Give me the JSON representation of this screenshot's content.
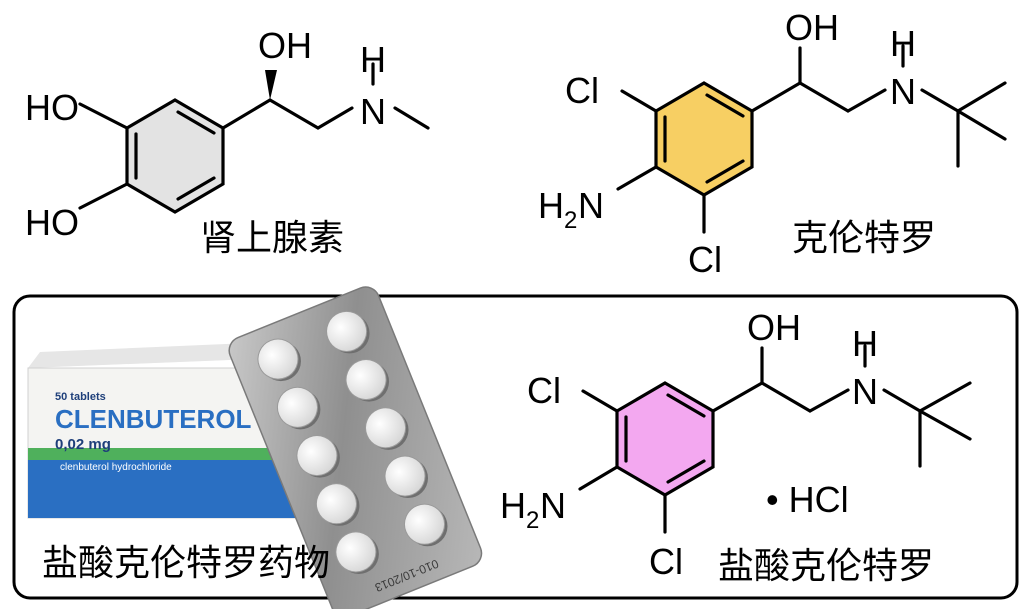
{
  "molecules": {
    "epinephrine": {
      "name": "肾上腺素",
      "ring_color": "#e3e3e3",
      "atoms": {
        "oh_top": "OH",
        "ho_upper": "HO",
        "ho_lower": "HO",
        "n": "N",
        "h": "H"
      }
    },
    "clenbuterol": {
      "name": "克伦特罗",
      "ring_color": "#f7cf63",
      "atoms": {
        "oh": "OH",
        "n": "N",
        "h": "H",
        "cl_top": "Cl",
        "cl_bottom": "Cl",
        "amine_h": "H",
        "amine_2": "2",
        "amine_n": "N"
      }
    },
    "clenbuterol_hcl": {
      "name": "盐酸克伦特罗",
      "ring_color": "#f3a8f0",
      "salt": "• HCl",
      "atoms": {
        "oh": "OH",
        "n": "N",
        "h": "H",
        "cl_top": "Cl",
        "cl_bottom": "Cl",
        "amine_h": "H",
        "amine_2": "2",
        "amine_n": "N"
      }
    }
  },
  "drug_photo": {
    "caption": "盐酸克伦特罗药物",
    "box_count": "50 tablets",
    "box_brand": "CLENBUTEROL",
    "box_dose": "0,02 mg",
    "box_generic": "clenbuterol hydrochloride",
    "blister_code": "010-10/2013",
    "tablet_count": 10,
    "brand_color": "#2a6fc2",
    "stripe_color": "#4fb05c"
  },
  "colors": {
    "frame": "#000000",
    "background": "#ffffff"
  }
}
